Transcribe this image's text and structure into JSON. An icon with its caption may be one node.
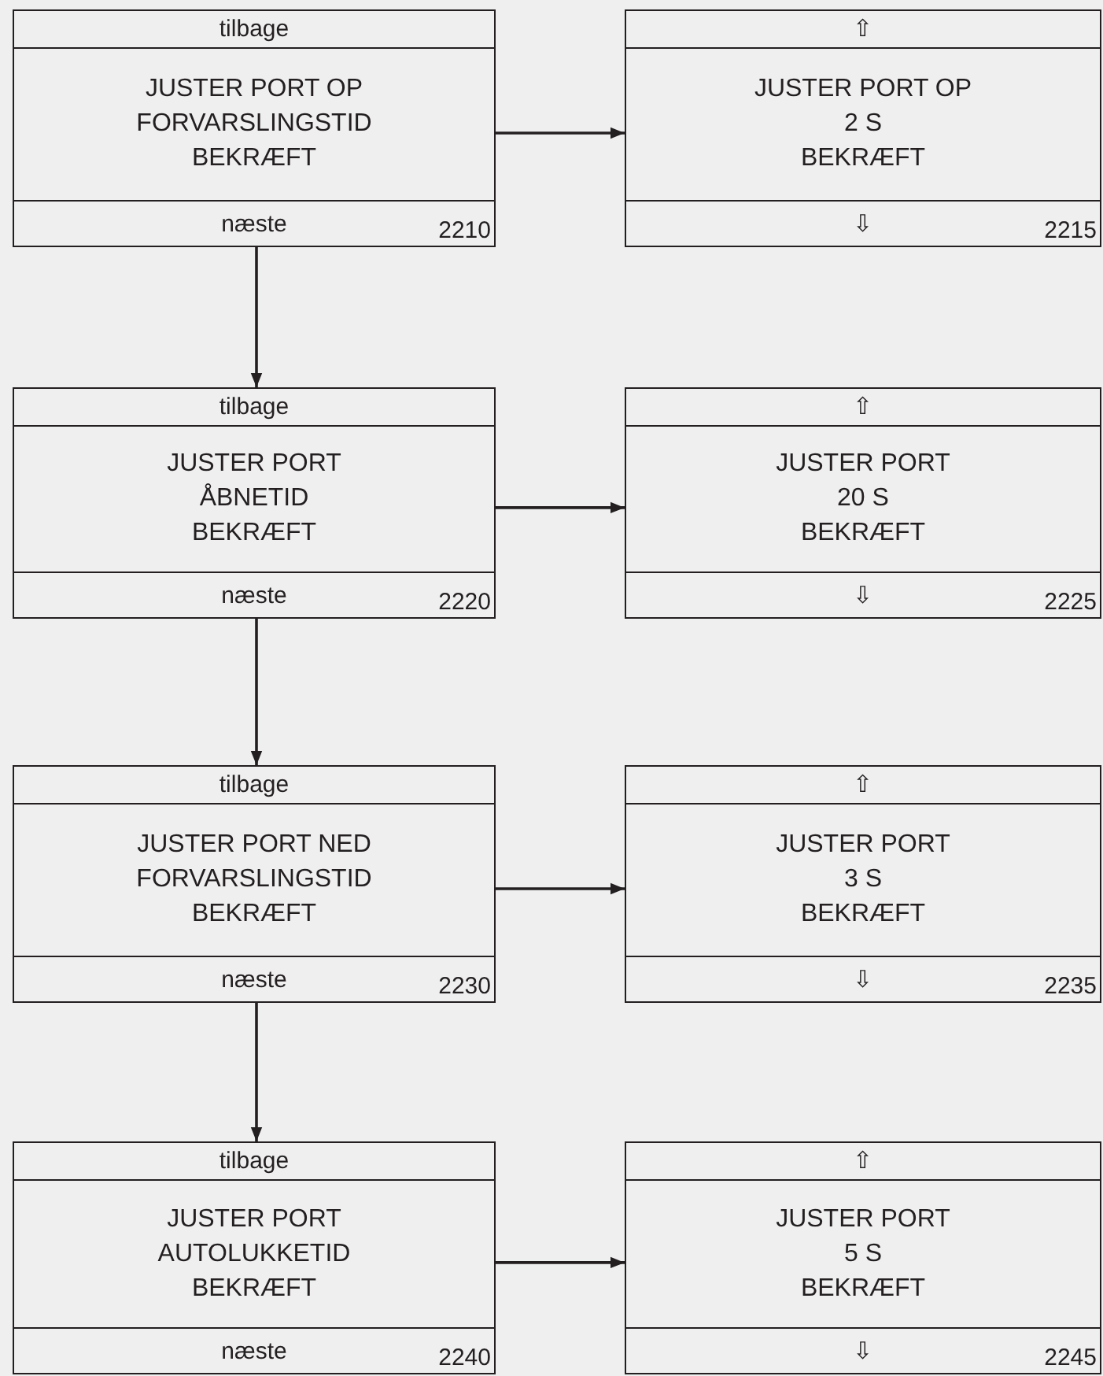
{
  "diagram": {
    "nodes": [
      {
        "text": [
          "tilbage",
          "JUSTER PORT OP",
          "FORVARSLINGSTID",
          "BEKRÆFT",
          "næste",
          "2210"
        ]
      },
      {
        "text": [
          "⇧",
          "JUSTER PORT OP",
          "2 S",
          "BEKRÆFT",
          "⇩",
          "2215"
        ]
      },
      {
        "text": [
          "tilbage",
          "JUSTER PORT",
          "ÅBNETID",
          "BEKRÆFT",
          "næste",
          "2220"
        ]
      },
      {
        "text": [
          "⇧",
          "JUSTER PORT",
          "20 S",
          "BEKRÆFT",
          "⇩",
          "2225"
        ]
      },
      {
        "text": [
          "tilbage",
          "JUSTER PORT NED",
          "FORVARSLINGSTID",
          "BEKRÆFT",
          "næste",
          "2230"
        ]
      },
      {
        "text": [
          "⇧",
          "JUSTER PORT",
          "3 S",
          "BEKRÆFT",
          "⇩",
          "2235"
        ]
      },
      {
        "text": [
          "tilbage",
          "JUSTER PORT",
          "AUTOLUKKETID",
          "BEKRÆFT",
          "næste",
          "2240"
        ]
      },
      {
        "text": [
          "⇧",
          "JUSTER PORT",
          "5 S",
          "BEKRÆFT",
          "⇩",
          "2245"
        ]
      }
    ],
    "edges": [
      {
        "from": 0,
        "to": 1,
        "arrow": "to"
      },
      {
        "from": 0,
        "to": 2,
        "arrow": "to"
      },
      {
        "from": 2,
        "to": 3,
        "arrow": "to"
      },
      {
        "from": 2,
        "to": 4,
        "arrow": "to"
      },
      {
        "from": 4,
        "to": 5,
        "arrow": "to"
      },
      {
        "from": 4,
        "to": 6,
        "arrow": "to"
      },
      {
        "from": 6,
        "to": 7,
        "arrow": "to"
      }
    ]
  }
}
